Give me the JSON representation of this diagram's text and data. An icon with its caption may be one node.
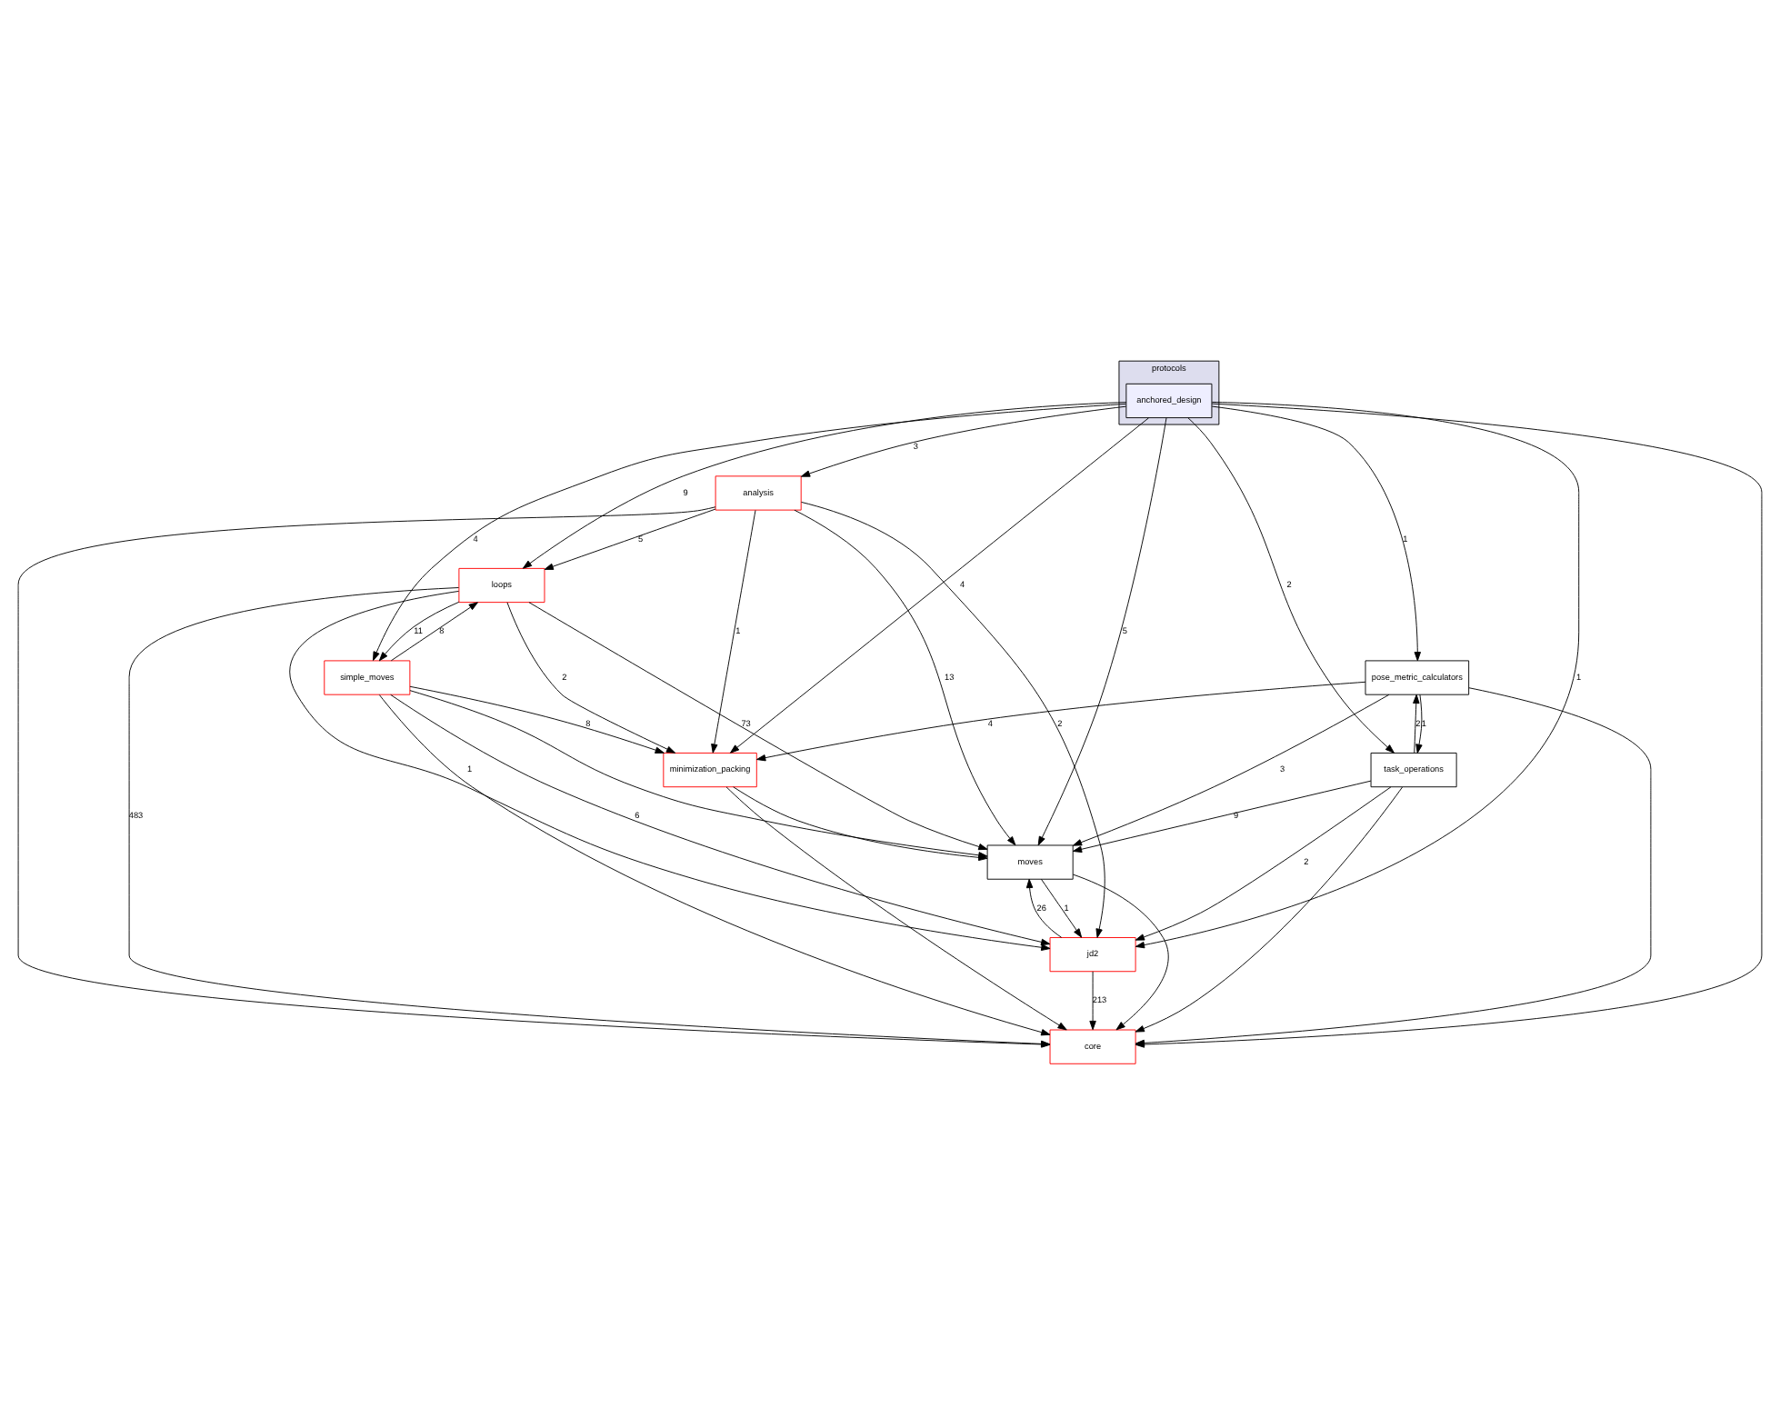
{
  "diagram": {
    "nodes": [
      {
        "text": [
          "protocols"
        ]
      },
      {
        "text": [
          "anchored_design"
        ],
        "in": 0
      },
      {
        "text": [
          "analysis"
        ]
      },
      {
        "text": [
          "loops"
        ]
      },
      {
        "text": [
          "simple_moves"
        ]
      },
      {
        "text": [
          "pose_metric_calculators"
        ]
      },
      {
        "text": [
          "minimization_packing"
        ]
      },
      {
        "text": [
          "task_operations"
        ]
      },
      {
        "text": [
          "moves"
        ]
      },
      {
        "text": [
          "jd2"
        ]
      },
      {
        "text": [
          "core"
        ]
      }
    ],
    "edges": [
      {
        "from": 1,
        "to": 2,
        "arrow": "to",
        "label": "3"
      },
      {
        "from": 1,
        "to": 3,
        "arrow": "to",
        "label": "9"
      },
      {
        "from": 1,
        "to": 4,
        "arrow": "to",
        "label": "4"
      },
      {
        "from": 1,
        "to": 6,
        "arrow": "to",
        "label": "4"
      },
      {
        "from": 1,
        "to": 5,
        "arrow": "to",
        "label": "1"
      },
      {
        "from": 1,
        "to": 7,
        "arrow": "to",
        "label": "2"
      },
      {
        "from": 1,
        "to": 8,
        "arrow": "to",
        "label": "5"
      },
      {
        "from": 1,
        "to": 9,
        "arrow": "to",
        "label": "1"
      },
      {
        "from": 1,
        "to": 10,
        "arrow": "to"
      },
      {
        "from": 2,
        "to": 3,
        "arrow": "to",
        "label": "5"
      },
      {
        "from": 2,
        "to": 6,
        "arrow": "to",
        "label": "1"
      },
      {
        "from": 2,
        "to": 8,
        "arrow": "to",
        "label": "13"
      },
      {
        "from": 2,
        "to": 9,
        "arrow": "to",
        "label": "2"
      },
      {
        "from": 2,
        "to": 10,
        "arrow": "to"
      },
      {
        "from": 3,
        "to": 4,
        "arrow": "to",
        "label": "11"
      },
      {
        "from": 3,
        "to": 6,
        "arrow": "to",
        "label": "2"
      },
      {
        "from": 3,
        "to": 10,
        "arrow": "to",
        "label": "483"
      },
      {
        "from": 3,
        "to": 8,
        "arrow": "to",
        "label": "73"
      },
      {
        "from": 3,
        "to": 9,
        "arrow": "to",
        "label": "1"
      },
      {
        "from": 4,
        "to": 3,
        "arrow": "to",
        "label": "8"
      },
      {
        "from": 4,
        "to": 6,
        "arrow": "to",
        "label": "8"
      },
      {
        "from": 4,
        "to": 8,
        "arrow": "to"
      },
      {
        "from": 4,
        "to": 9,
        "arrow": "to",
        "label": "6"
      },
      {
        "from": 4,
        "to": 10,
        "arrow": "to"
      },
      {
        "from": 5,
        "to": 6,
        "arrow": "to",
        "label": "4"
      },
      {
        "from": 5,
        "to": 8,
        "arrow": "to",
        "label": "3"
      },
      {
        "from": 5,
        "to": 7,
        "arrow": "to",
        "label": "1"
      },
      {
        "from": 5,
        "to": 10,
        "arrow": "to"
      },
      {
        "from": 7,
        "to": 5,
        "arrow": "to",
        "label": "2"
      },
      {
        "from": 7,
        "to": 8,
        "arrow": "to",
        "label": "9"
      },
      {
        "from": 7,
        "to": 9,
        "arrow": "to",
        "label": "2"
      },
      {
        "from": 7,
        "to": 10,
        "arrow": "to"
      },
      {
        "from": 6,
        "to": 8,
        "arrow": "to"
      },
      {
        "from": 6,
        "to": 10,
        "arrow": "to"
      },
      {
        "from": 8,
        "to": 9,
        "arrow": "to",
        "label": "1"
      },
      {
        "from": 8,
        "to": 10,
        "arrow": "to"
      },
      {
        "from": 9,
        "to": 8,
        "arrow": "to",
        "label": "26"
      },
      {
        "from": 9,
        "to": 10,
        "arrow": "to",
        "label": "213"
      }
    ]
  }
}
